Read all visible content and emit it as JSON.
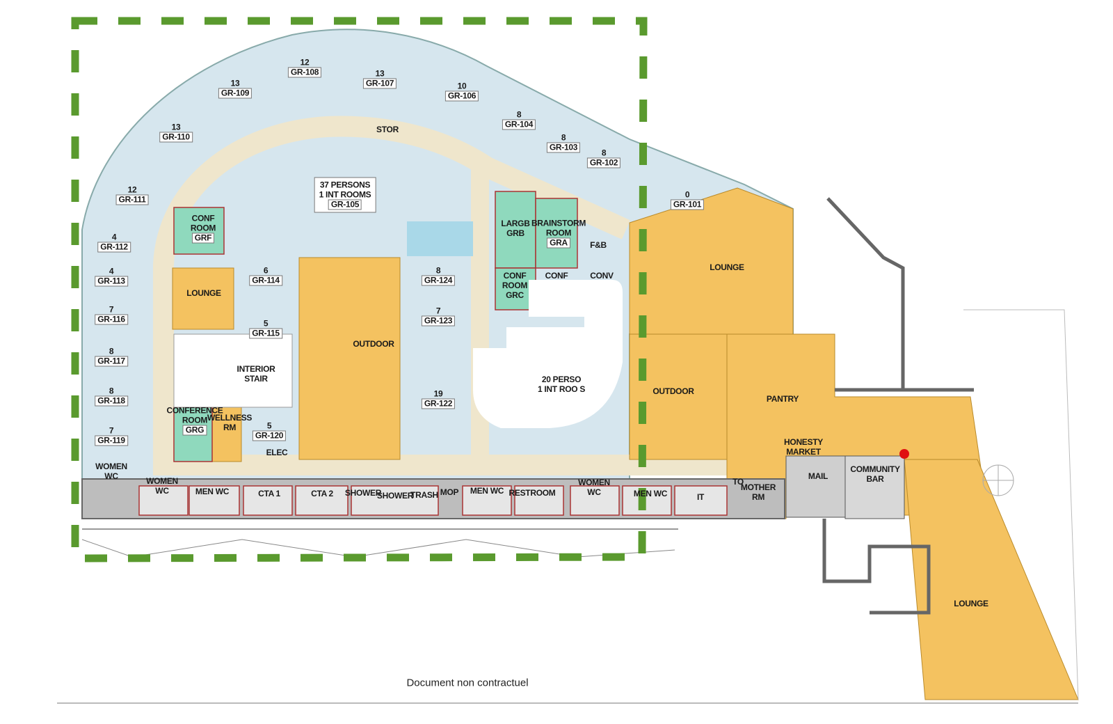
{
  "colors": {
    "office": "#d6e6ee",
    "corridor": "#efe6cc",
    "amenity": "#f4c260",
    "conference": "#8fd9bd",
    "service": "#b9b9b9",
    "boundary": "#5a9a2e",
    "marker": "#e01010"
  },
  "offices": [
    {
      "capacity": "12",
      "id": "GR-108"
    },
    {
      "capacity": "13",
      "id": "GR-109"
    },
    {
      "capacity": "13",
      "id": "GR-107"
    },
    {
      "capacity": "10",
      "id": "GR-106"
    },
    {
      "capacity": "8",
      "id": "GR-104"
    },
    {
      "capacity": "8",
      "id": "GR-103"
    },
    {
      "capacity": "8",
      "id": "GR-102"
    },
    {
      "capacity": "13",
      "id": "GR-110"
    },
    {
      "capacity": "12",
      "id": "GR-111"
    },
    {
      "capacity": "4",
      "id": "GR-112"
    },
    {
      "capacity": "4",
      "id": "GR-113"
    },
    {
      "capacity": "7",
      "id": "GR-116"
    },
    {
      "capacity": "8",
      "id": "GR-117"
    },
    {
      "capacity": "8",
      "id": "GR-118"
    },
    {
      "capacity": "7",
      "id": "GR-119"
    },
    {
      "capacity": "6",
      "id": "GR-114"
    },
    {
      "capacity": "5",
      "id": "GR-115"
    },
    {
      "capacity": "5",
      "id": "GR-120"
    },
    {
      "capacity": "8",
      "id": "GR-124"
    },
    {
      "capacity": "7",
      "id": "GR-123"
    },
    {
      "capacity": "19",
      "id": "GR-122"
    },
    {
      "capacity": "0",
      "id": "GR-101"
    }
  ],
  "open_area": {
    "persons": "37 PERSONS",
    "rooms": "1 INT ROOMS",
    "id": "GR-105"
  },
  "open_area_2": {
    "persons": "20 PERSO",
    "rooms": "1 INT ROO S"
  },
  "rooms": {
    "stor": "STOR",
    "conf_grf": [
      "CONF",
      "ROOM",
      "GRF"
    ],
    "largb": [
      "LARGB",
      "GRB"
    ],
    "brainstorm": [
      "BRAINSTORM",
      "ROOM",
      "GRA"
    ],
    "fb": "F&B",
    "conf_grc": [
      "CONF",
      "ROOM",
      "GRC"
    ],
    "conf": "CONF",
    "conv": "CONV",
    "lounge_1": "LOUNGE",
    "outdoor_1": "OUTDOOR",
    "interior_stair": [
      "INTERIOR",
      "STAIR"
    ],
    "conference_grg": [
      "CONFERENCE",
      "ROOM",
      "GRG"
    ],
    "wellness": [
      "WELLNESS",
      "RM"
    ],
    "elec": "ELEC",
    "women_wc_1": [
      "WOMEN",
      "WC"
    ],
    "women_wc_2": [
      "WOMEN",
      "WC"
    ],
    "men_wc_1": "MEN WC",
    "cta1": "CTA 1",
    "cta2": "CTA 2",
    "shower_1": "SHOWER",
    "shower_2": "SHOWER",
    "trash": "TRASH",
    "mop": "MOP",
    "men_wc_2": "MEN WC",
    "restroom": "RESTROOM",
    "women_wc_3": [
      "WOMEN",
      "WC"
    ],
    "men_wc_3": "MEN WC",
    "it": "IT",
    "lounge_2": "LOUNGE",
    "outdoor_2": "OUTDOOR",
    "pantry": "PANTRY",
    "honesty_market": [
      "HONESTY",
      "MARKET"
    ],
    "mail": "MAIL",
    "community_bar": [
      "COMMUNITY",
      "BAR"
    ],
    "to": "TO",
    "mother_rm": [
      "MOTHER",
      "RM"
    ],
    "lounge_3": "LOUNGE"
  },
  "footer_note": "Document non contractuel"
}
